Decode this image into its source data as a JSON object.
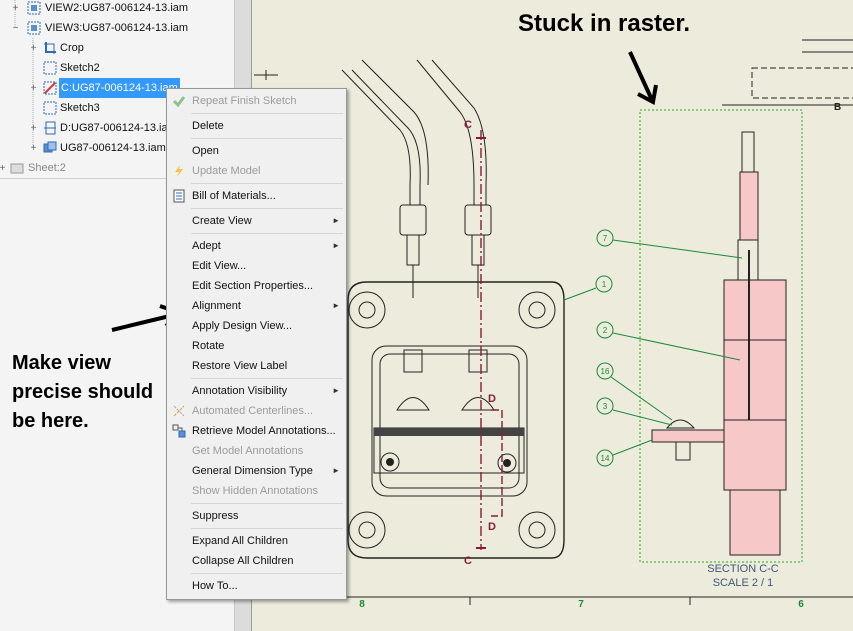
{
  "browser_tree": {
    "items": [
      {
        "label": "VIEW2:UG87-006124-13.iam",
        "toggle": "+"
      },
      {
        "label": "VIEW3:UG87-006124-13.iam",
        "toggle": "−"
      },
      {
        "label": "Crop",
        "toggle": "+"
      },
      {
        "label": "Sketch2",
        "toggle": ""
      },
      {
        "label": "C:UG87-006124-13.iam",
        "toggle": "+"
      },
      {
        "label": "Sketch3",
        "toggle": ""
      },
      {
        "label": "D:UG87-006124-13.iam",
        "toggle": "+"
      },
      {
        "label": "UG87-006124-13.iam",
        "toggle": "+"
      },
      {
        "label": "Sheet:2",
        "toggle": "+"
      }
    ]
  },
  "context_menu": {
    "items": [
      {
        "label": "Repeat Finish Sketch",
        "disabled": true,
        "icon": "check-icon"
      },
      {
        "label": "Delete"
      },
      {
        "label": "Open"
      },
      {
        "label": "Update Model",
        "disabled": true,
        "icon": "lightning-icon"
      },
      {
        "label": "Bill of Materials...",
        "icon": "bom-icon"
      },
      {
        "label": "Create View",
        "submenu": true
      },
      {
        "label": "Adept",
        "submenu": true
      },
      {
        "label": "Edit View..."
      },
      {
        "label": "Edit Section Properties..."
      },
      {
        "label": "Alignment",
        "submenu": true
      },
      {
        "label": "Apply Design View..."
      },
      {
        "label": "Rotate"
      },
      {
        "label": "Restore View Label"
      },
      {
        "label": "Annotation Visibility",
        "submenu": true
      },
      {
        "label": "Automated Centerlines...",
        "disabled": true,
        "icon": "centerline-icon"
      },
      {
        "label": "Retrieve Model Annotations...",
        "icon": "retrieve-icon"
      },
      {
        "label": "Get Model Annotations",
        "disabled": true
      },
      {
        "label": "General Dimension Type",
        "submenu": true
      },
      {
        "label": "Show Hidden Annotations",
        "disabled": true
      },
      {
        "label": "Suppress"
      },
      {
        "label": "Expand All Children"
      },
      {
        "label": "Collapse All Children"
      },
      {
        "label": "How To..."
      }
    ],
    "submenu_arrow": "►"
  },
  "annotations": {
    "top": "Stuck in raster.",
    "left": [
      "Make view",
      "precise should",
      "be here."
    ]
  },
  "drawing": {
    "section_title": "SECTION C-C",
    "section_scale": "SCALE 2 / 1",
    "section_letters": [
      "C",
      "C",
      "D",
      "D"
    ],
    "balloons": [
      "7",
      "1",
      "2",
      "16",
      "3",
      "14"
    ],
    "zone_numbers": [
      "8",
      "7",
      "6"
    ],
    "detail_letter": "B"
  }
}
